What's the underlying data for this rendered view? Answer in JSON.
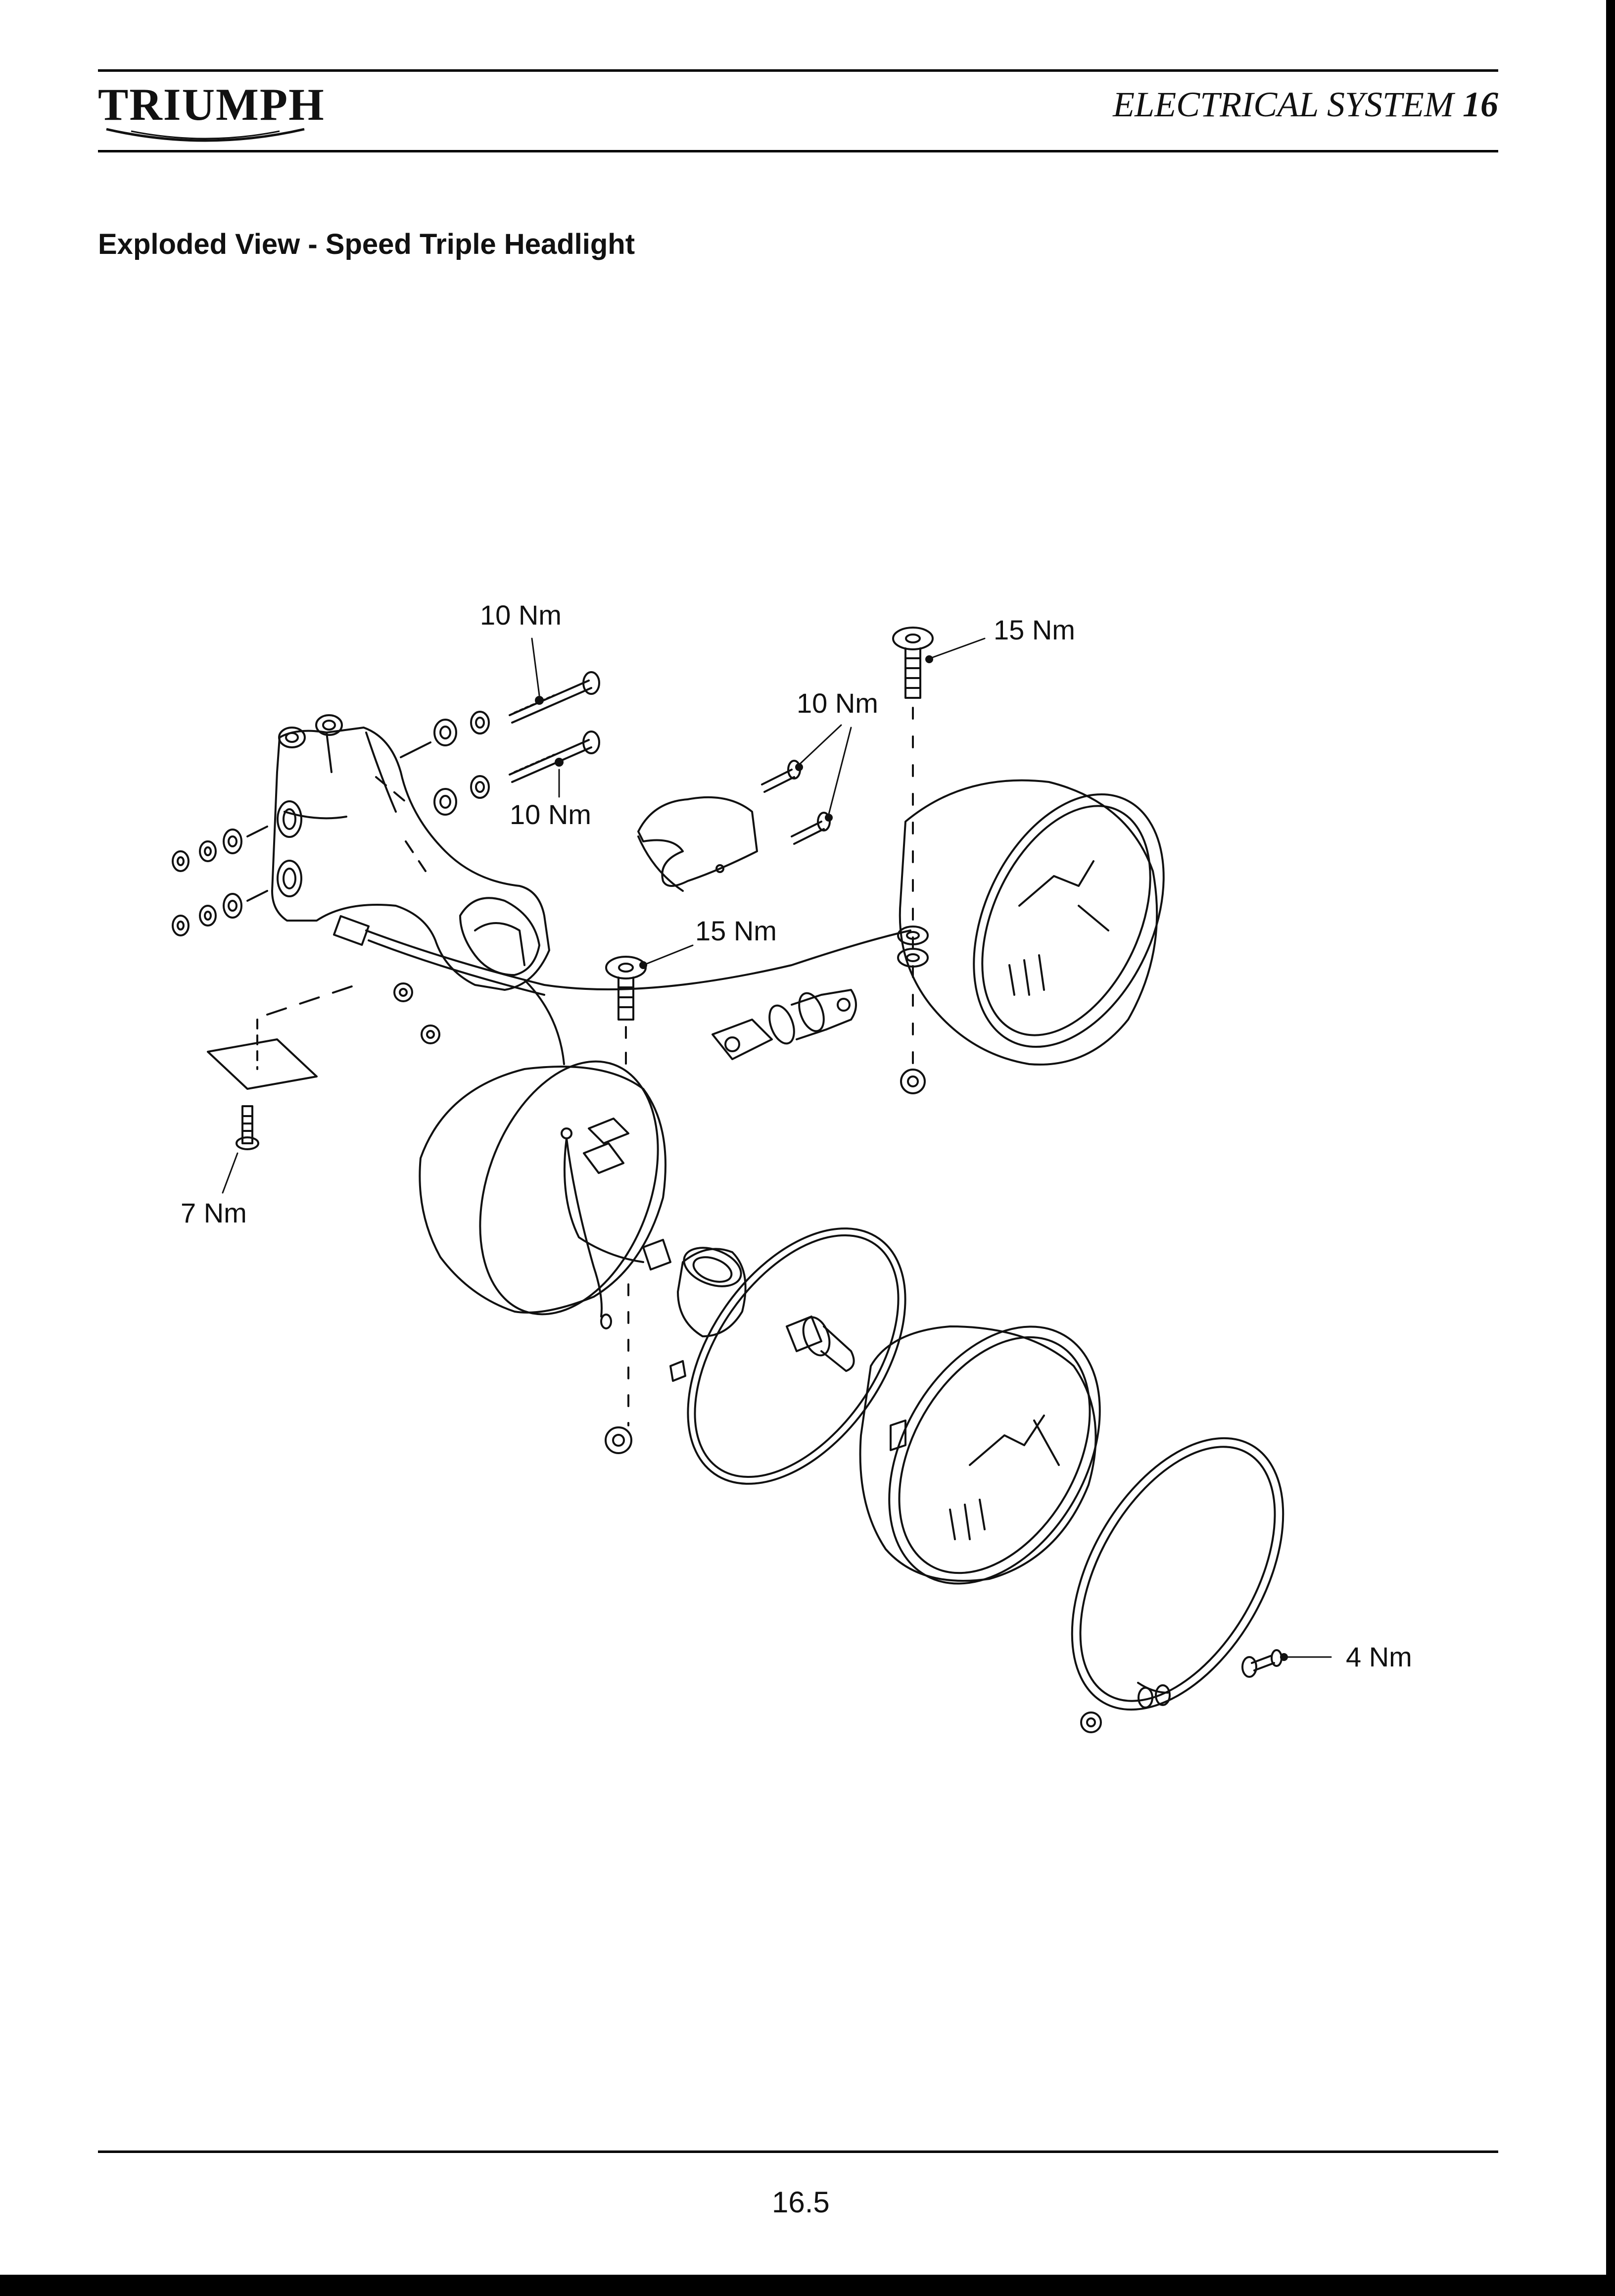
{
  "header": {
    "logo_text": "TRIUMPH",
    "section_title": "ELECTRICAL SYSTEM",
    "section_number": "16"
  },
  "heading": "Exploded View - Speed Triple Headlight",
  "torque_labels": {
    "bolt_upper": "10 Nm",
    "bolt_lower": "10 Nm",
    "screw_pair": "10 Nm",
    "mount_bolt_right": "15 Nm",
    "mount_bolt_center": "15 Nm",
    "plate_screw": "7 Nm",
    "rim_screw": "4 Nm"
  },
  "footer": {
    "page_number": "16.5"
  }
}
